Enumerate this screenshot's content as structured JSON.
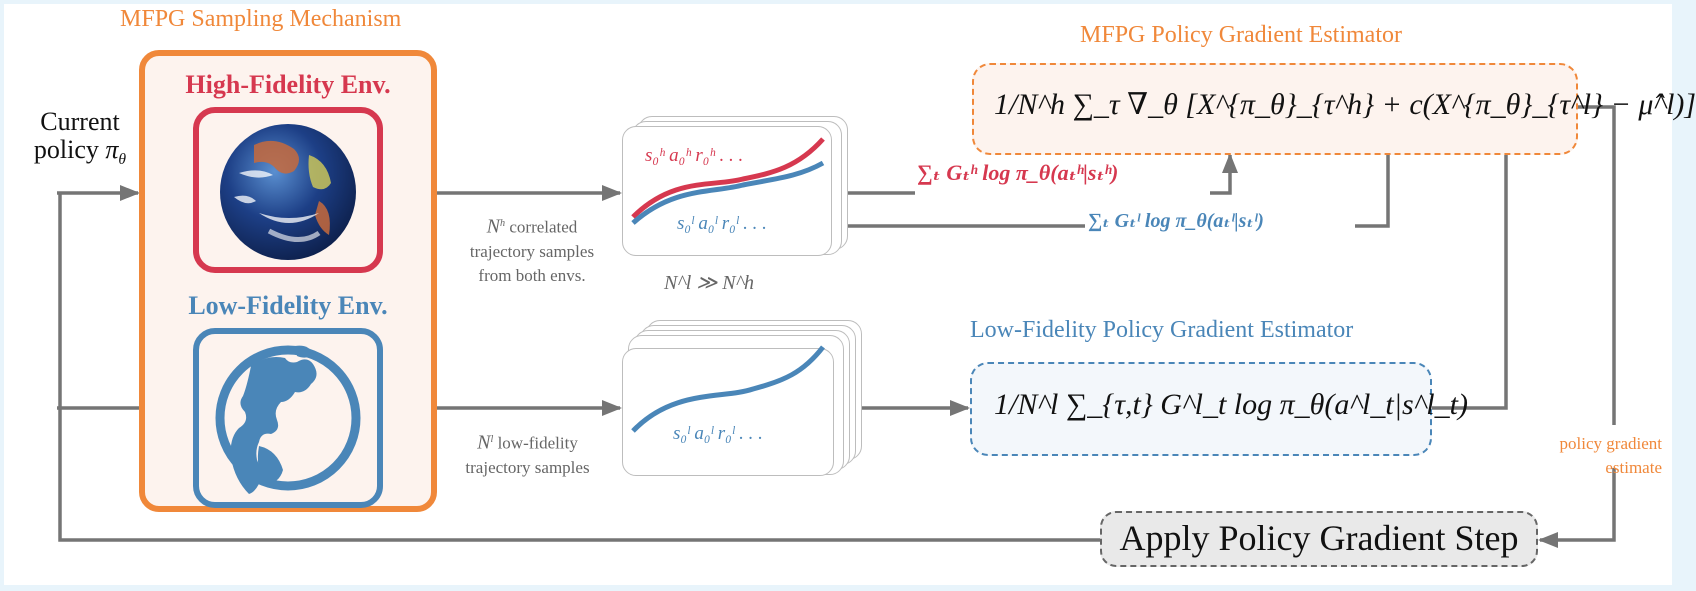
{
  "sampling_mechanism": {
    "title": "MFPG Sampling Mechanism",
    "high_fidelity_env": {
      "label": "High-Fidelity Env.",
      "icon": "earth-photo-icon"
    },
    "low_fidelity_env": {
      "label": "Low-Fidelity Env.",
      "icon": "globe-americas-icon"
    }
  },
  "input": {
    "line1": "Current",
    "line2": "policy",
    "symbol": "π",
    "subscript": "θ"
  },
  "correlated_samples": {
    "count_symbol": "N",
    "count_sup": "h",
    "line1_rest": " correlated",
    "line2": "trajectory samples",
    "line3": "from both envs."
  },
  "lowfi_samples": {
    "count_symbol": "N",
    "count_sup": "l",
    "line1_rest": " low-fidelity",
    "line2": "trajectory samples"
  },
  "ratio_label": "N^l ≫ N^h",
  "trajectory_cards": {
    "high": {
      "text": "s₀ʰ a₀ʰ r₀ʰ . . .",
      "color": "#d6384f"
    },
    "low": {
      "text": "s₀ˡ a₀ˡ r₀ˡ . . .",
      "color": "#4a86b8"
    }
  },
  "gradient_terms": {
    "high": "∑ₜ Gₜʰ log π_θ(aₜʰ|sₜʰ)",
    "low": "∑ₜ Gₜˡ log π_θ(aₜˡ|sₜˡ)"
  },
  "mfpg_estimator": {
    "title": "MFPG Policy Gradient Estimator",
    "formula": "1/N^h ∑_τ ∇_θ [X^{π_θ}_{τ^h} + c(X^{π_θ}_{τ^l} − μ̂^l)]"
  },
  "lowfi_estimator": {
    "title": "Low-Fidelity Policy Gradient Estimator",
    "formula": "1/N^l ∑_{τ,t} G^l_t log π_θ(a^l_t|s^l_t)"
  },
  "output": {
    "label_line1": "policy gradient",
    "label_line2": "estimate"
  },
  "apply_step": {
    "label": "Apply Policy Gradient Step"
  },
  "colors": {
    "orange": "#f0883a",
    "red": "#d6384f",
    "blue": "#4a86b8",
    "arrow_gray": "#757575",
    "background_frame": "#e8f4fb"
  }
}
